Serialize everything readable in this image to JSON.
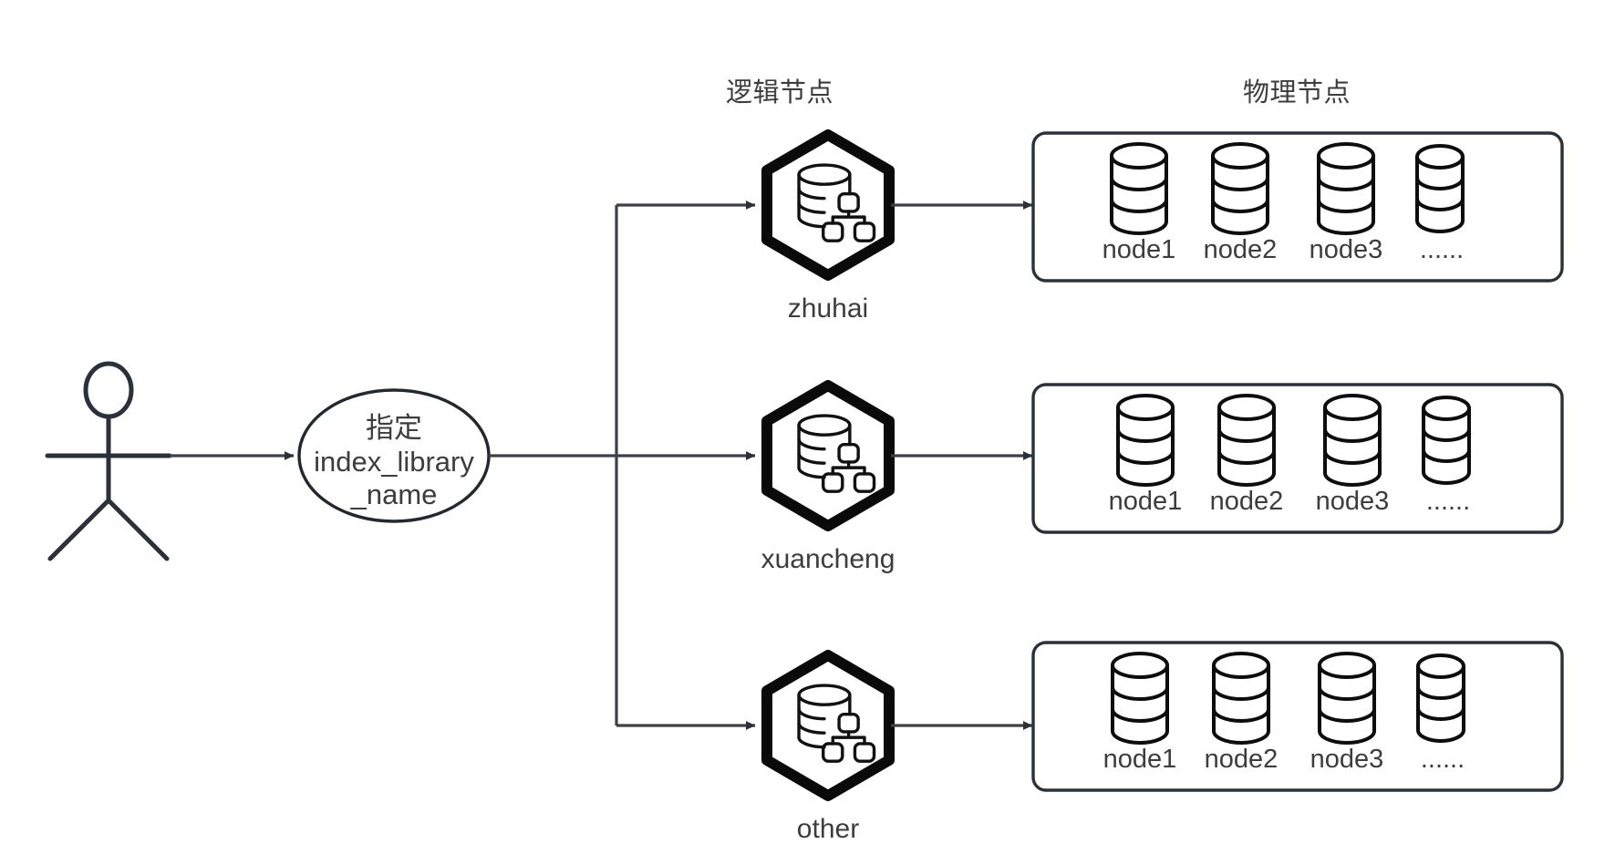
{
  "diagram": {
    "title_logical": "逻辑节点",
    "title_physical": "物理节点",
    "actor": {
      "name": "actor-stick-figure"
    },
    "usecase": {
      "line1": "指定",
      "line2": "index_library",
      "line3": "_name"
    },
    "logical_nodes": [
      {
        "label": "zhuhai",
        "icon": "database-cluster-icon"
      },
      {
        "label": "xuancheng",
        "icon": "database-cluster-icon"
      },
      {
        "label": "other",
        "icon": "database-cluster-icon"
      }
    ],
    "physical_groups": [
      {
        "for": "zhuhai",
        "nodes": [
          {
            "label": "node1",
            "icon": "database-cylinder-icon"
          },
          {
            "label": "node2",
            "icon": "database-cylinder-icon"
          },
          {
            "label": "node3",
            "icon": "database-cylinder-icon"
          },
          {
            "label": "......",
            "icon": "database-cylinder-icon"
          }
        ]
      },
      {
        "for": "xuancheng",
        "nodes": [
          {
            "label": "node1",
            "icon": "database-cylinder-icon"
          },
          {
            "label": "node2",
            "icon": "database-cylinder-icon"
          },
          {
            "label": "node3",
            "icon": "database-cylinder-icon"
          },
          {
            "label": "......",
            "icon": "database-cylinder-icon"
          }
        ]
      },
      {
        "for": "other",
        "nodes": [
          {
            "label": "node1",
            "icon": "database-cylinder-icon"
          },
          {
            "label": "node2",
            "icon": "database-cylinder-icon"
          },
          {
            "label": "node3",
            "icon": "database-cylinder-icon"
          },
          {
            "label": "......",
            "icon": "database-cylinder-icon"
          }
        ]
      }
    ],
    "colors": {
      "stroke": "#2b313a",
      "icon_stroke": "#000000",
      "text": "#3d3d3d",
      "background": "#ffffff"
    }
  }
}
